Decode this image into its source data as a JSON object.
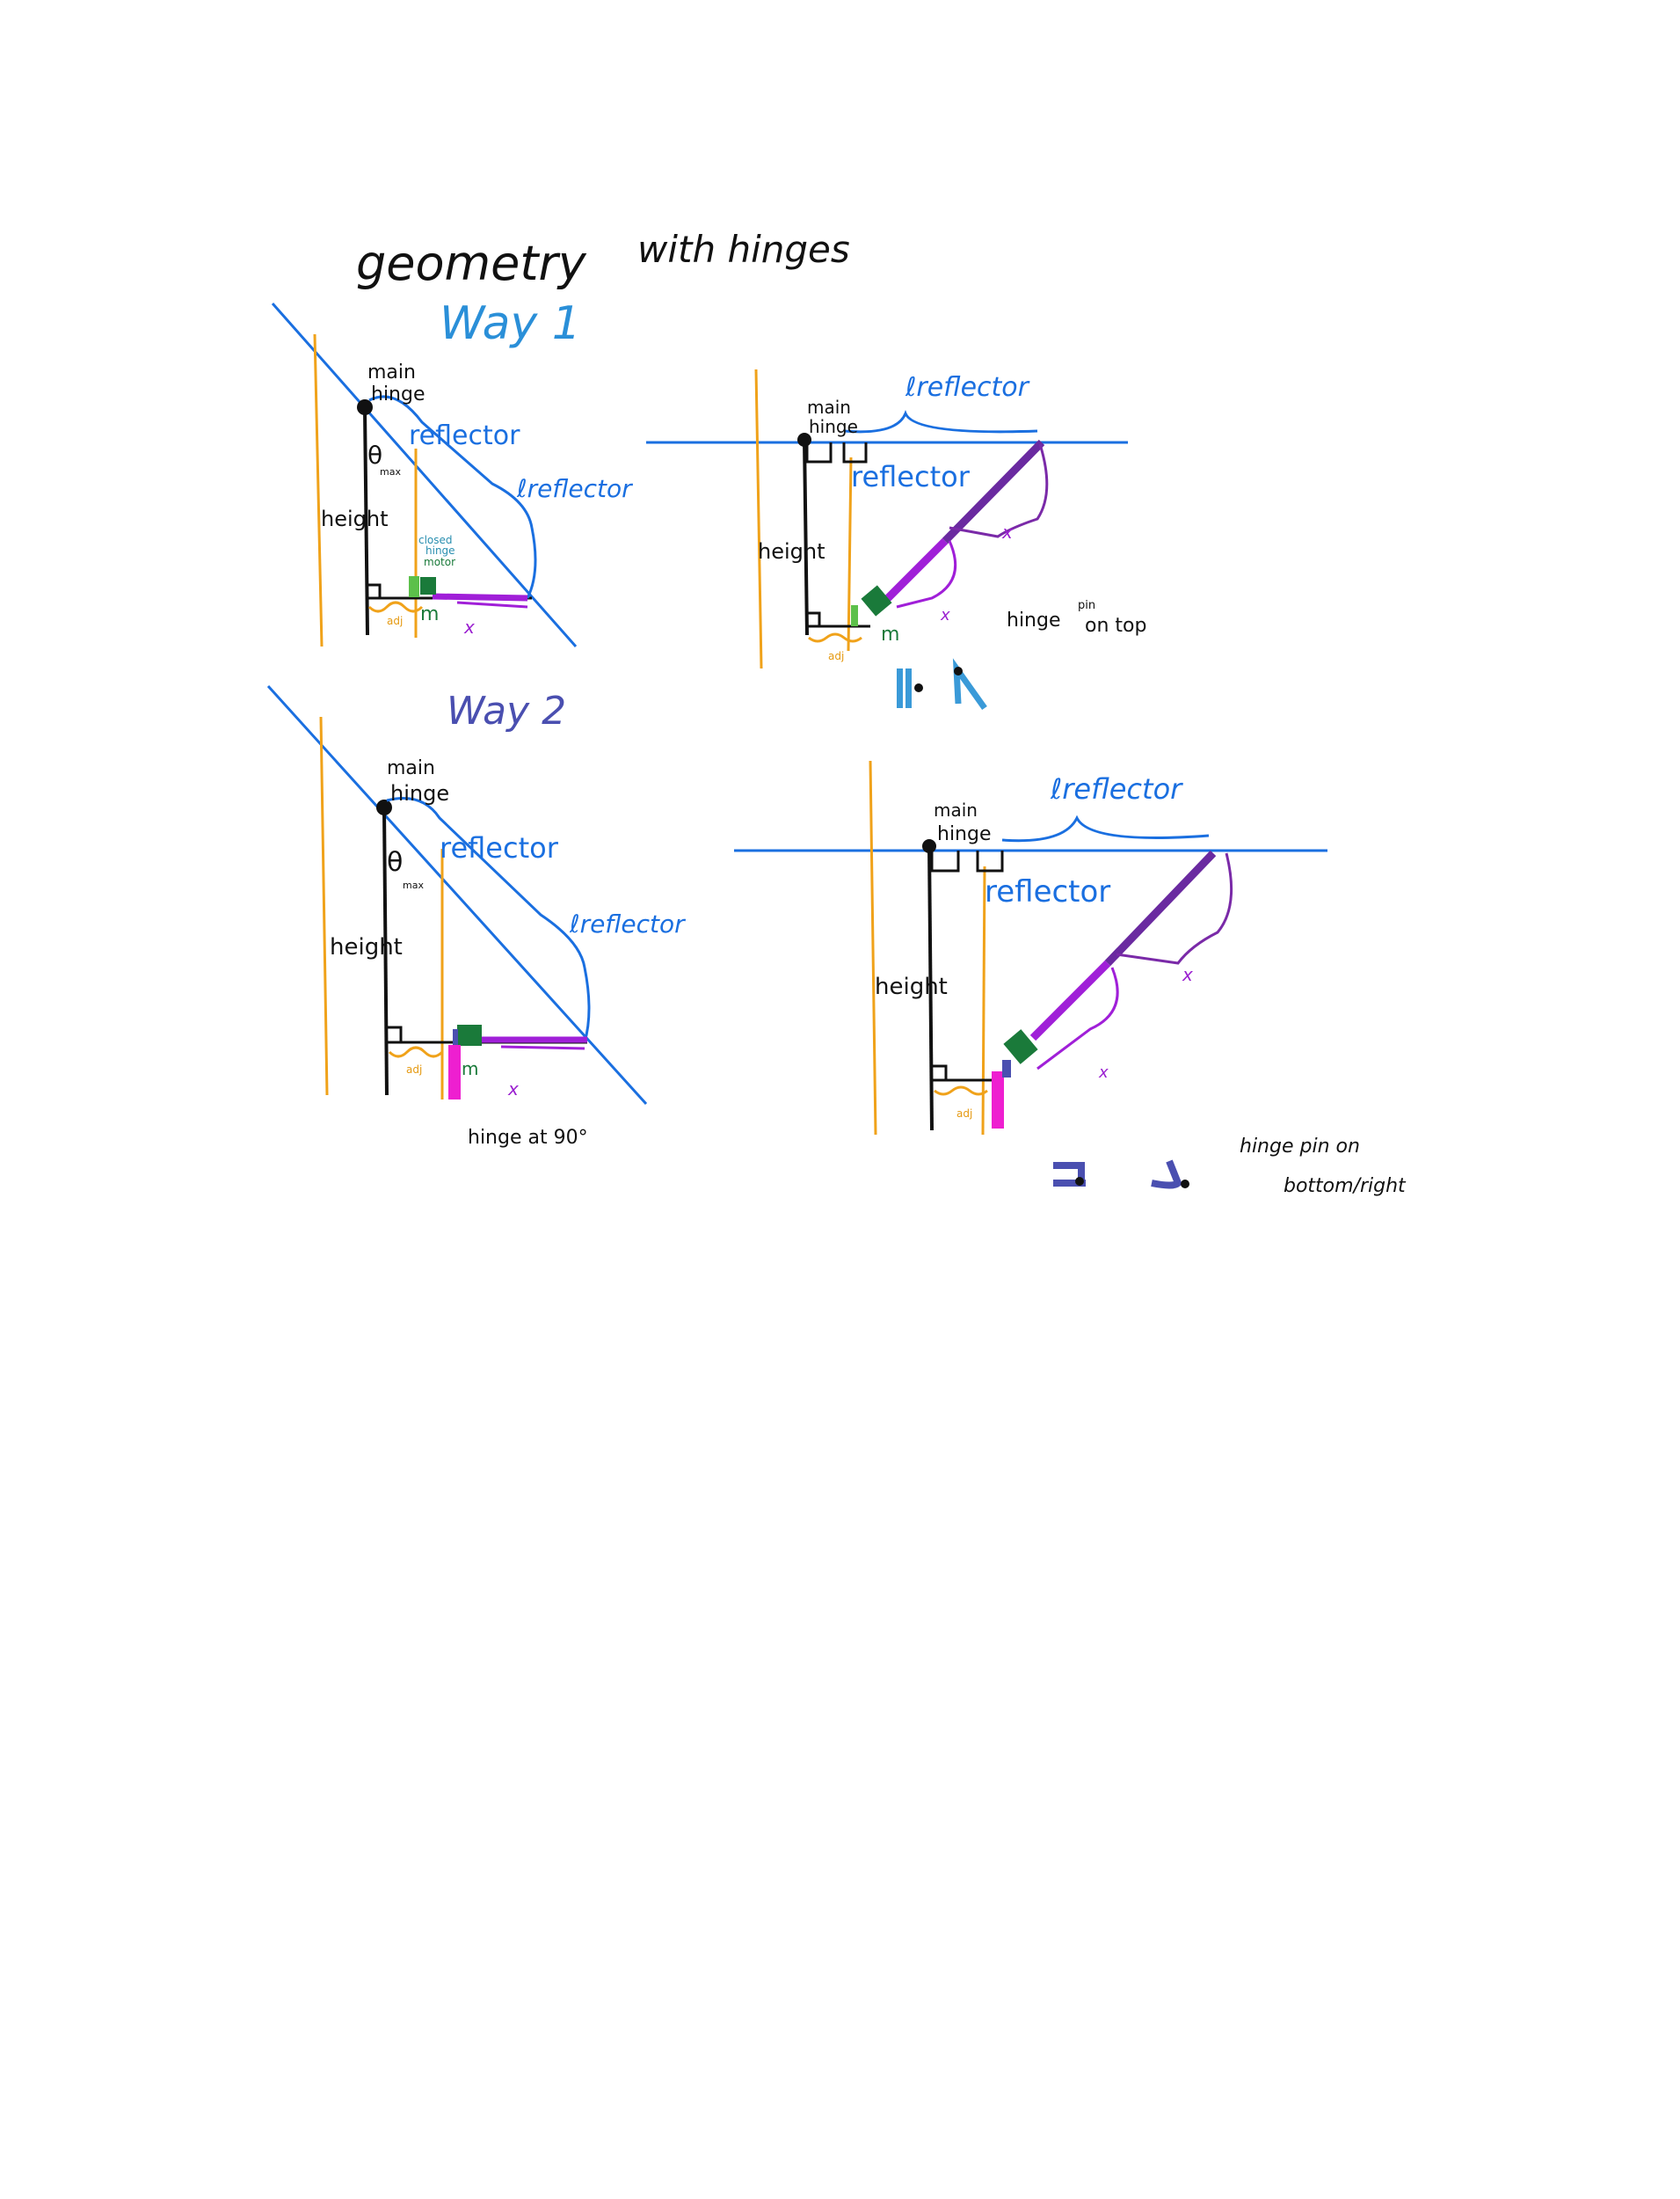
{
  "title": {
    "part1": "geometry",
    "part2": "with hinges"
  },
  "way1": {
    "heading": "Way 1",
    "left": {
      "main_hinge_line1": "main",
      "main_hinge_line2": "hinge",
      "theta": "θ",
      "theta_sub": "max",
      "reflector": "reflector",
      "l_reflector": "ℓreflector",
      "height": "height",
      "closed_hinge_1": "closed",
      "closed_hinge_2": "hinge",
      "motor": "motor",
      "m": "m",
      "x": "x",
      "adj": "adj"
    },
    "right": {
      "main_hinge_line1": "main",
      "main_hinge_line2": "hinge",
      "l_reflector": "ℓreflector",
      "reflector": "reflector",
      "height": "height",
      "m": "m",
      "x1": "x",
      "x2": "x",
      "adj": "adj",
      "note_hinge": "hinge",
      "note_pin": "pin",
      "note_ontop": "on top"
    }
  },
  "way2": {
    "heading": "Way 2",
    "left": {
      "main_hinge_line1": "main",
      "main_hinge_line2": "hinge",
      "theta": "θ",
      "theta_sub": "max",
      "reflector": "reflector",
      "l_reflector": "ℓreflector",
      "height": "height",
      "m": "m",
      "x": "x",
      "adj": "adj",
      "note": "hinge at 90°"
    },
    "right": {
      "main_hinge_line1": "main",
      "main_hinge_line2": "hinge",
      "l_reflector": "ℓreflector",
      "reflector": "reflector",
      "height": "height",
      "x1": "x",
      "x2": "x",
      "adj": "adj",
      "note_line1": "hinge pin on",
      "note_line2": "bottom/right"
    }
  },
  "colors": {
    "guide_blue": "#1a6fe0",
    "orange": "#f0a21a",
    "purple_dark": "#6a2aa0",
    "purple": "#a01fd8",
    "magenta": "#ee1fd0",
    "green": "#1a7a3a",
    "light_green": "#5cc04a",
    "navy": "#4a4fb0",
    "light_blue": "#3a9ad8"
  }
}
